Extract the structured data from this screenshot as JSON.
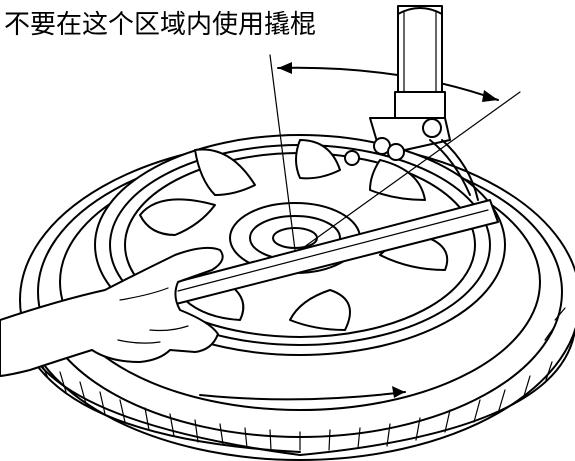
{
  "caption": {
    "text": "不要在这个区域内使用撬棍"
  },
  "colors": {
    "line": "#000000",
    "background": "#ffffff"
  },
  "icons": [
    "tire-illustration",
    "wheel-rim-illustration",
    "tire-lever-illustration",
    "hand-illustration",
    "rotation-arrow-icon",
    "tire-changer-head-illustration"
  ]
}
